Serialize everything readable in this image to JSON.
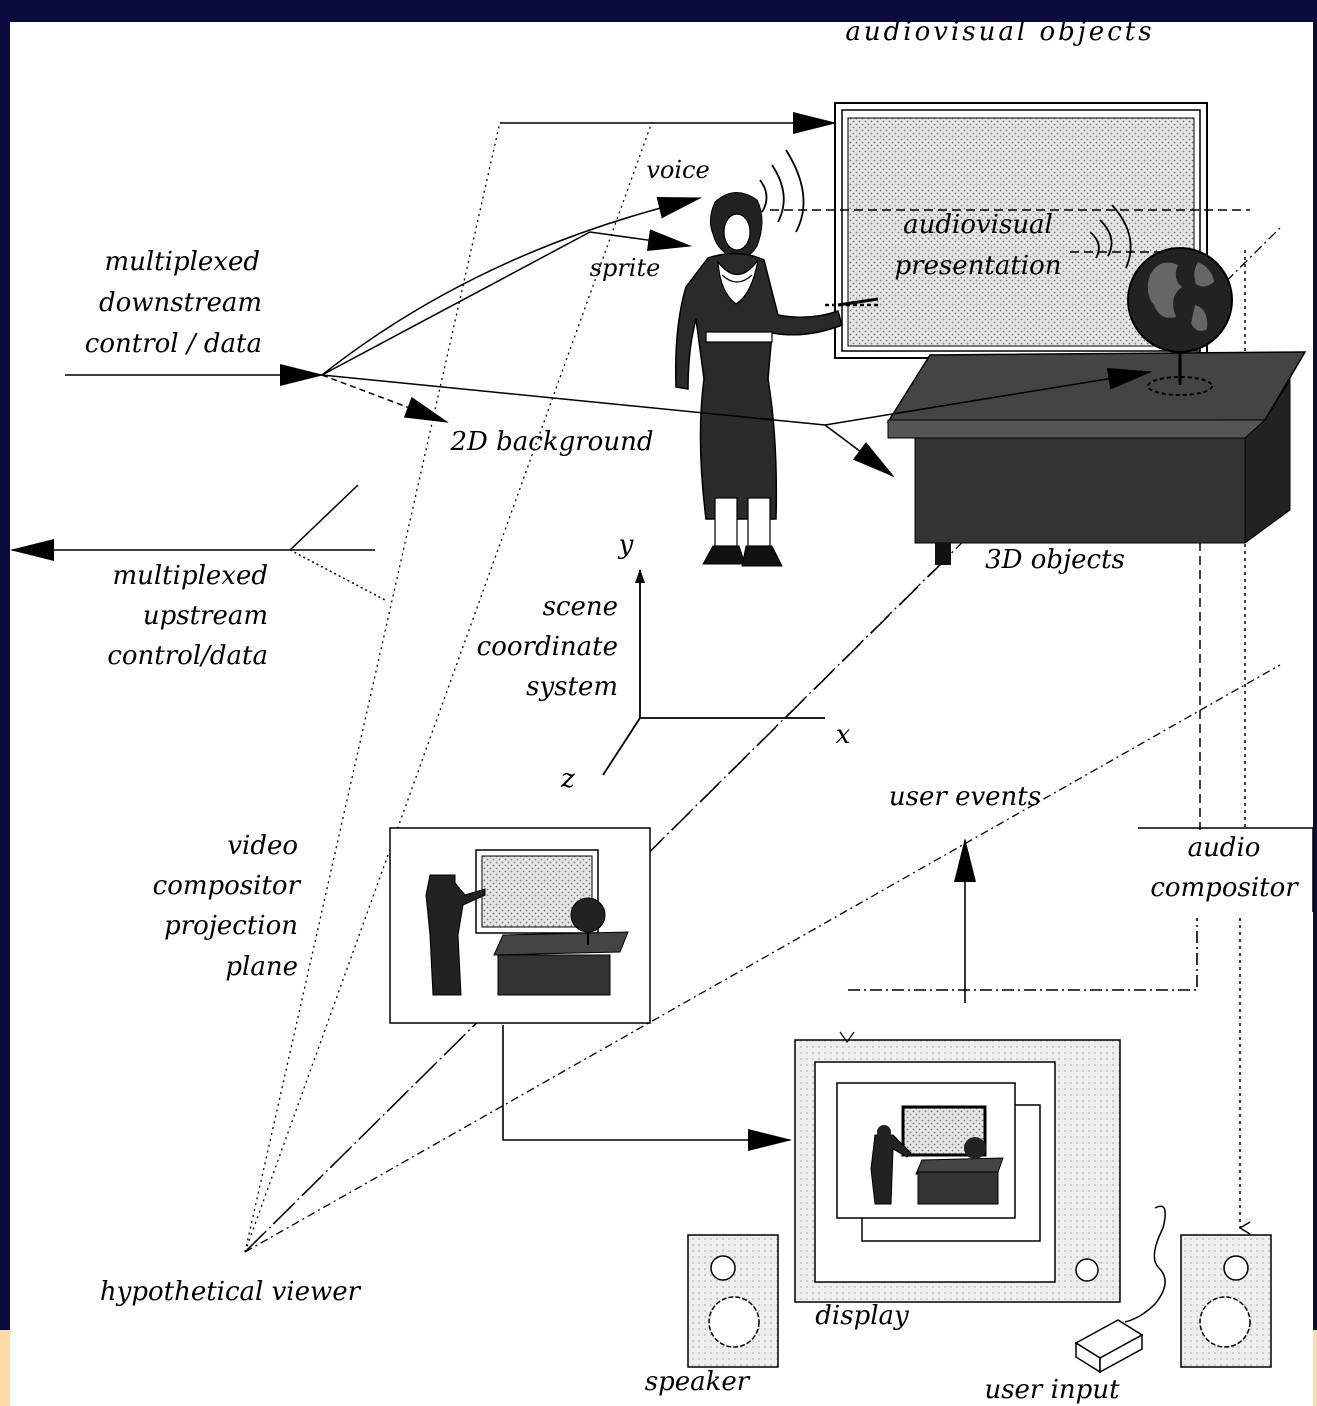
{
  "labels": {
    "audiovisual_objects": "audiovisual objects",
    "voice": "voice",
    "sprite": "sprite",
    "audiovisual_presentation": [
      "audiovisual",
      "presentation"
    ],
    "multiplexed_downstream": [
      "multiplexed",
      "downstream",
      "control / data"
    ],
    "background_2d": "2D background",
    "objects_3d": "3D objects",
    "multiplexed_upstream": [
      "multiplexed",
      "upstream",
      "control/data"
    ],
    "y_axis": "y",
    "x_axis": "x",
    "z_axis": "z",
    "scene_coordinate_system": [
      "scene",
      "coordinate",
      "system"
    ],
    "user_events": "user events",
    "audio_compositor": [
      "audio",
      "compositor"
    ],
    "video_compositor_projection_plane": [
      "video",
      "compositor",
      "projection",
      "plane"
    ],
    "hypothetical_viewer": "hypothetical viewer",
    "display": "display",
    "speaker": "speaker",
    "user_input": "user input"
  },
  "colors": {
    "frame": "#0a0a3c",
    "canvas": "#ffffff",
    "dark_object": "#333333",
    "stipple": "#cfcfcf",
    "accent_peach": "#ffd9a6"
  }
}
